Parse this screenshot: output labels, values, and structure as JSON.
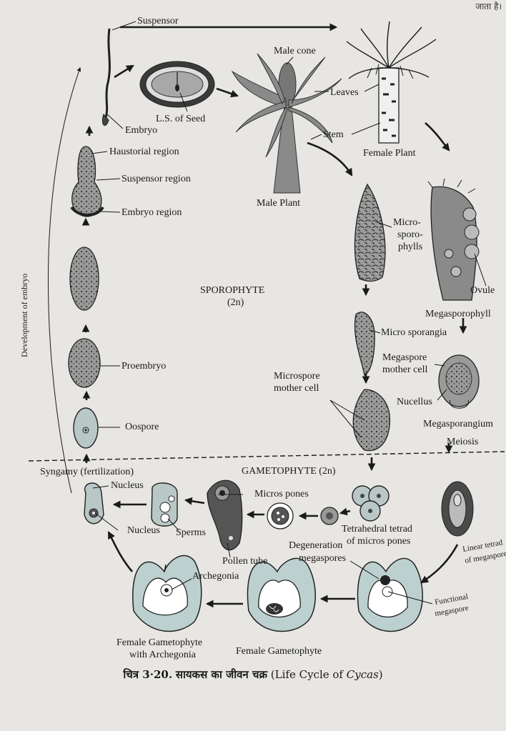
{
  "corner_text": "जाता है।",
  "sections": {
    "sporophyte": "SPOROPHYTE",
    "sporophyte_ploidy": "(2n)",
    "gametophyte": "GAMETOPHYTE (2n)"
  },
  "side_label": "Development of embryo",
  "labels": {
    "suspensor": "Suspensor",
    "embryo": "Embryo",
    "ls_seed": "L.S. of Seed",
    "male_cone": "Male cone",
    "leaves": "Leaves",
    "stem": "Stem",
    "female_plant": "Female Plant",
    "male_plant": "Male Plant",
    "haustorial_region": "Haustorial region",
    "suspensor_region": "Suspensor region",
    "embryo_region": "Embryo region",
    "microsporophylls_1": "Micro-",
    "microsporophylls_2": "sporo-",
    "microsporophylls_3": "phylls",
    "ovule": "Ovule",
    "megasporophyll": "Megasporophyll",
    "micro_sporangia": "Micro sporangia",
    "megaspore_mother_cell_1": "Megaspore",
    "megaspore_mother_cell_2": "mother cell",
    "proembryo": "Proembryo",
    "microspore_mother_cell_1": "Microspore",
    "microspore_mother_cell_2": "mother cell",
    "nucellus": "Nucellus",
    "oospore": "Oospore",
    "megasporangium": "Megasporangium",
    "meiosis": "Meiosis",
    "syngamy": "Syngamy (fertilization)",
    "nucleus_1": "Nucleus",
    "micros_pones": "Micros pones",
    "nucleus_2": "Nucleus",
    "sperms": "Sperms",
    "tetrahedral_1": "Tetrahedral tetrad",
    "tetrahedral_2": "of micros pones",
    "linear_tetrad_1": "Linear tetrad",
    "linear_tetrad_2": "of megaspore",
    "pollen_tube": "Pollen tube",
    "degeneration_1": "Degeneration",
    "degeneration_2": "megaspores",
    "archegonia": "Archegonia",
    "functional_1": "Functional",
    "functional_2": "megaspore",
    "female_gametophyte_arch_1": "Female Gametophyte",
    "female_gametophyte_arch_2": "with Archegonia",
    "female_gametophyte": "Female Gametophyte"
  },
  "caption": {
    "prefix": "चित्र 3·20.",
    "hindi_title": "सायकस का जीवन चक्र",
    "english_open": "(Life Cycle of ",
    "genus": "Cycas",
    "english_close": ")"
  }
}
